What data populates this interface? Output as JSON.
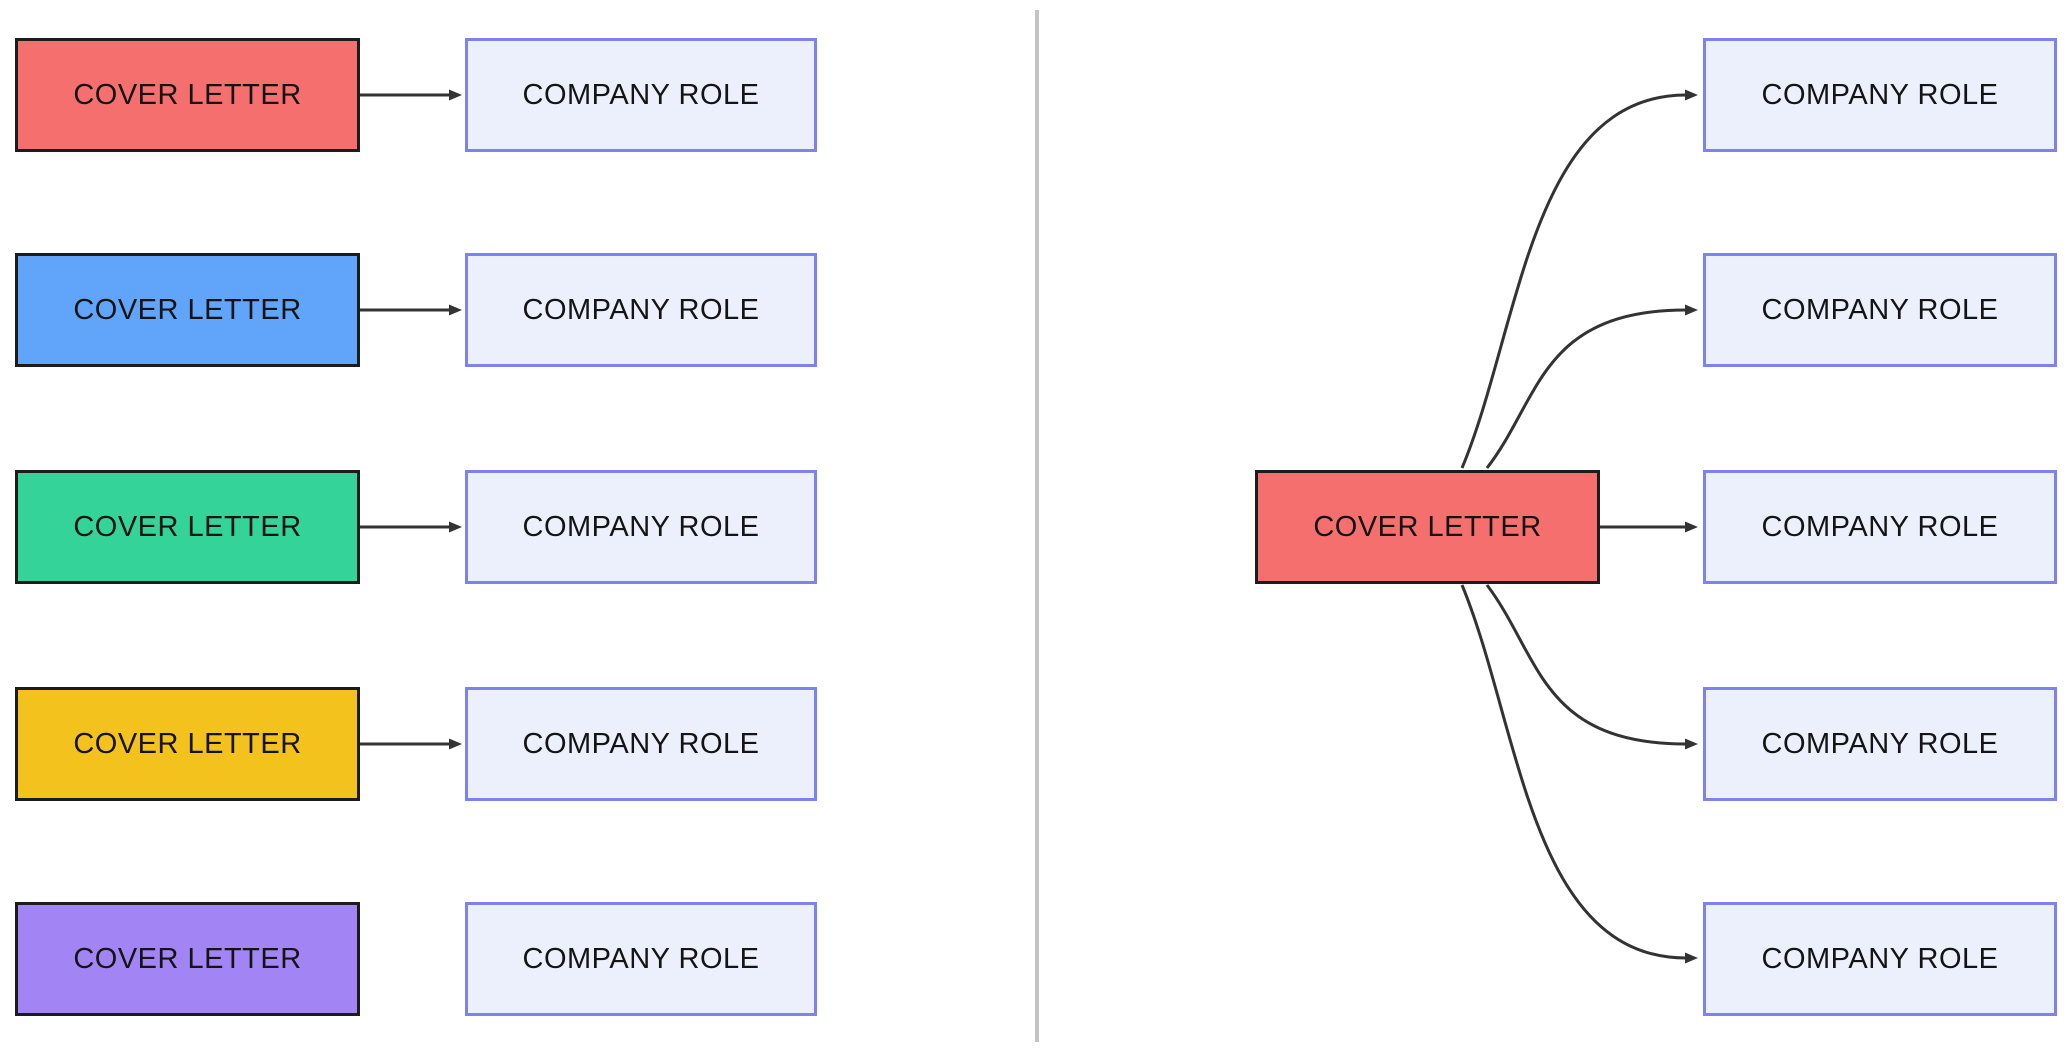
{
  "diagram": {
    "left_panel": {
      "pairs": [
        {
          "source_label": "COVER LETTER",
          "source_color": "#f56f6f",
          "target_label": "COMPANY ROLE",
          "connected": true
        },
        {
          "source_label": "COVER LETTER",
          "source_color": "#60a5fa",
          "target_label": "COMPANY ROLE",
          "connected": true
        },
        {
          "source_label": "COVER LETTER",
          "source_color": "#34d399",
          "target_label": "COMPANY ROLE",
          "connected": true
        },
        {
          "source_label": "COVER LETTER",
          "source_color": "#f3c21c",
          "target_label": "COMPANY ROLE",
          "connected": true
        },
        {
          "source_label": "COVER LETTER",
          "source_color": "#a284f5",
          "target_label": "COMPANY ROLE",
          "connected": false
        }
      ]
    },
    "right_panel": {
      "source": {
        "label": "COVER LETTER",
        "color": "#f56f6f"
      },
      "targets": [
        {
          "label": "COMPANY ROLE"
        },
        {
          "label": "COMPANY ROLE"
        },
        {
          "label": "COMPANY ROLE"
        },
        {
          "label": "COMPANY ROLE"
        },
        {
          "label": "COMPANY ROLE"
        }
      ]
    }
  },
  "styles": {
    "role_node_fill": "#ecf0fc",
    "role_node_border": "#7c83ee",
    "letter_node_border": "#1c1c1c",
    "edge_color": "#333333",
    "divider_color": "#c4c4c4",
    "background": "#ffffff"
  }
}
